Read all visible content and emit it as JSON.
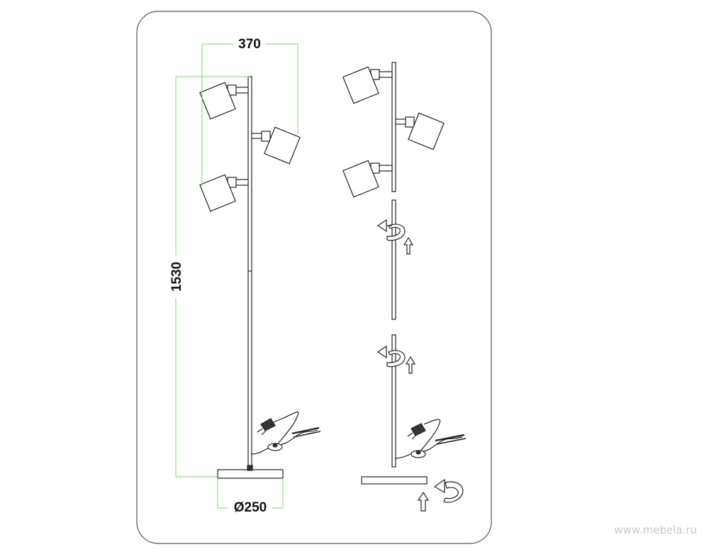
{
  "diagram": {
    "dimensions": {
      "width_label": "370",
      "height_label": "1530",
      "base_label": "Ø250"
    },
    "watermark": "www.mebela.ru",
    "colors": {
      "frame": "#444444",
      "line": "#222222",
      "dimension_line": "#7bd46a",
      "watermark": "#c8c8c8"
    }
  }
}
